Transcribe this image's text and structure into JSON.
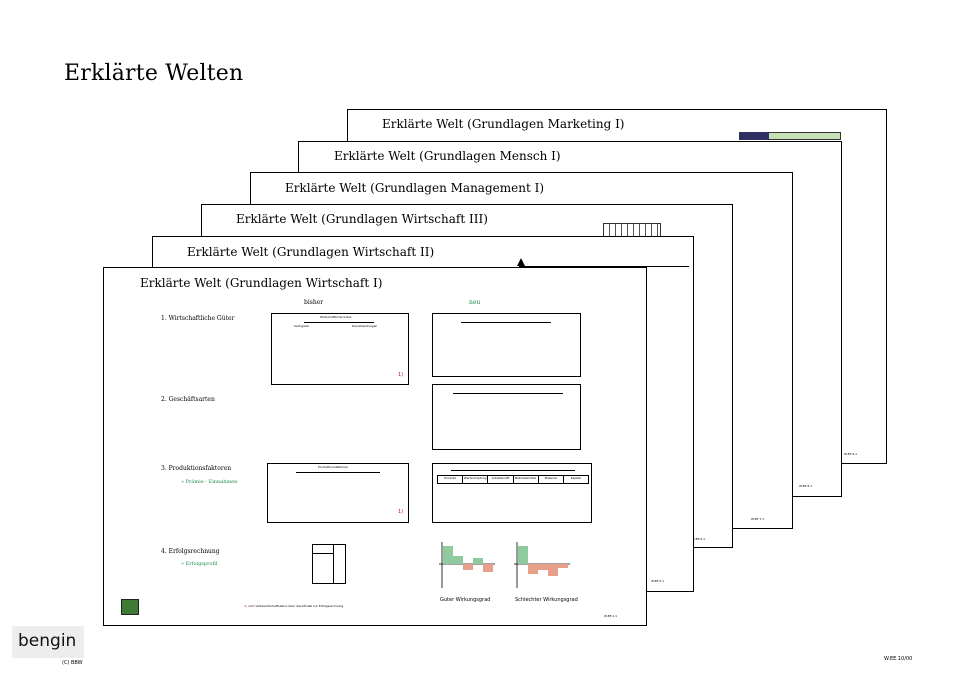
{
  "page": {
    "title": "Erklärte Welten",
    "logo": "bengin",
    "copyright": "(C) BBW",
    "code": "W.EE.10/00"
  },
  "sheets": [
    {
      "title": "Erklärte Welt (Grundlagen Marketing I)",
      "code": "W.EE.9.1"
    },
    {
      "title": "Erklärte Welt (Grundlagen Mensch I)",
      "code": "W.EE.8.1"
    },
    {
      "title": "Erklärte Welt (Grundlagen Management I)",
      "code": "W.EE.7.1"
    },
    {
      "title": "Erklärte Welt (Grundlagen Wirtschaft III)",
      "code": "W.EE.6.1"
    },
    {
      "title": "Erklärte Welt (Grundlagen Wirtschaft II)",
      "code": "W.EE.5.1"
    }
  ],
  "front": {
    "title": "Erklärte Welt (Grundlagen Wirtschaft I)",
    "col_left": "bisher",
    "col_right": "neu",
    "sections": [
      {
        "label": "1.  Wirtschaftliche Güter"
      },
      {
        "label": "2.  Geschäftsarten"
      },
      {
        "label": "3.  Produktionsfaktoren",
        "sub": "»  Prämie - Einnahmen"
      },
      {
        "label": "4.  Erfolgsrechnung",
        "sub": "»  Erfolgsprofil"
      }
    ],
    "box1_title": "Wirtschaftliche Güter",
    "box1_left": "Sachgüter",
    "box1_right": "Dienstleistungen",
    "factors_title": "Produktionsfaktoren",
    "factor_labels": [
      "Produkt",
      "Wertschöpfung",
      "Arbeitskraft",
      "Betriebsmittel",
      "Material",
      "Kapital"
    ],
    "chart_good": "Guter Wirkungsgrad",
    "chart_bad": "Schlechter Wirkungsgrad",
    "footnote": "vom Volkswirtschaftslehre über das Modell zur Erfolgsrechnung",
    "code": "W.EE.1.1"
  }
}
